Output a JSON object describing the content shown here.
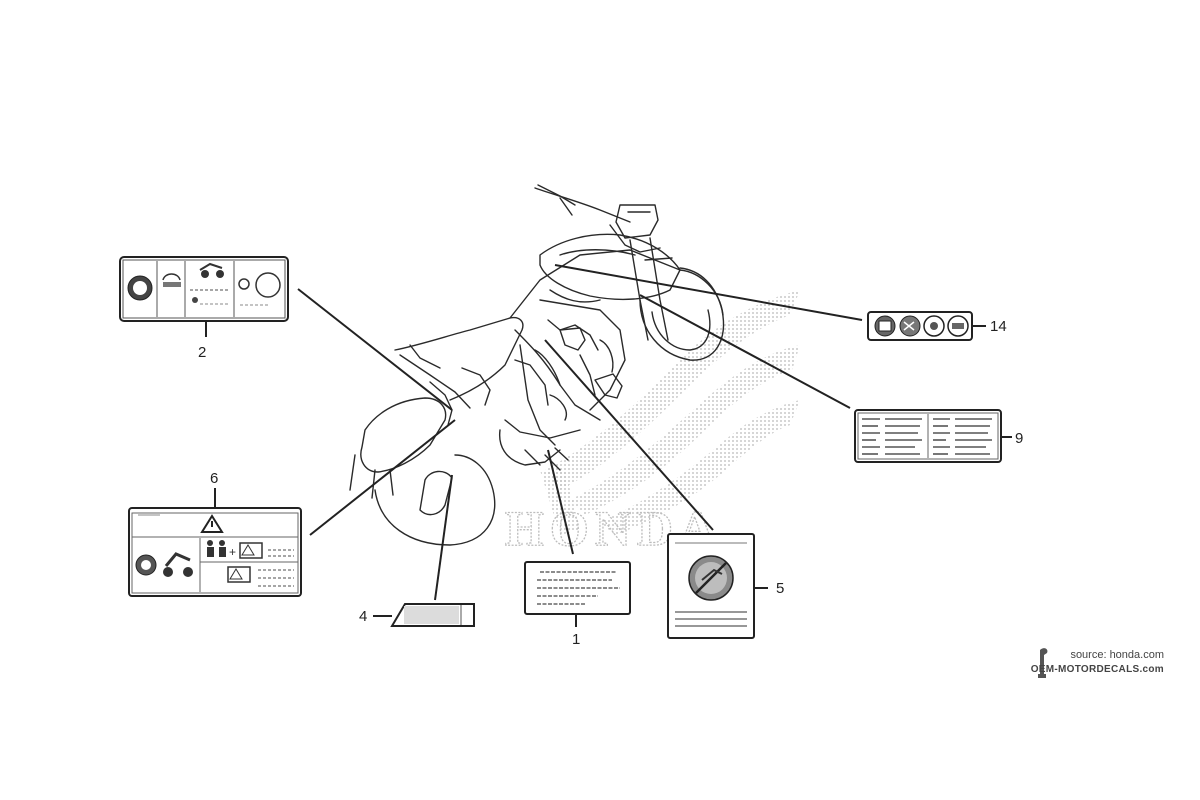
{
  "diagram": {
    "callouts": {
      "c1": "1",
      "c2": "2",
      "c4": "4",
      "c5": "5",
      "c6": "6",
      "c9": "9",
      "c14": "14"
    },
    "watermark": "HONDA"
  },
  "credit": {
    "source": "source: honda.com",
    "brand": "OEM-MOTORDECALS.com"
  },
  "colors": {
    "line": "#222222",
    "watermark": "#bdbdbd"
  }
}
